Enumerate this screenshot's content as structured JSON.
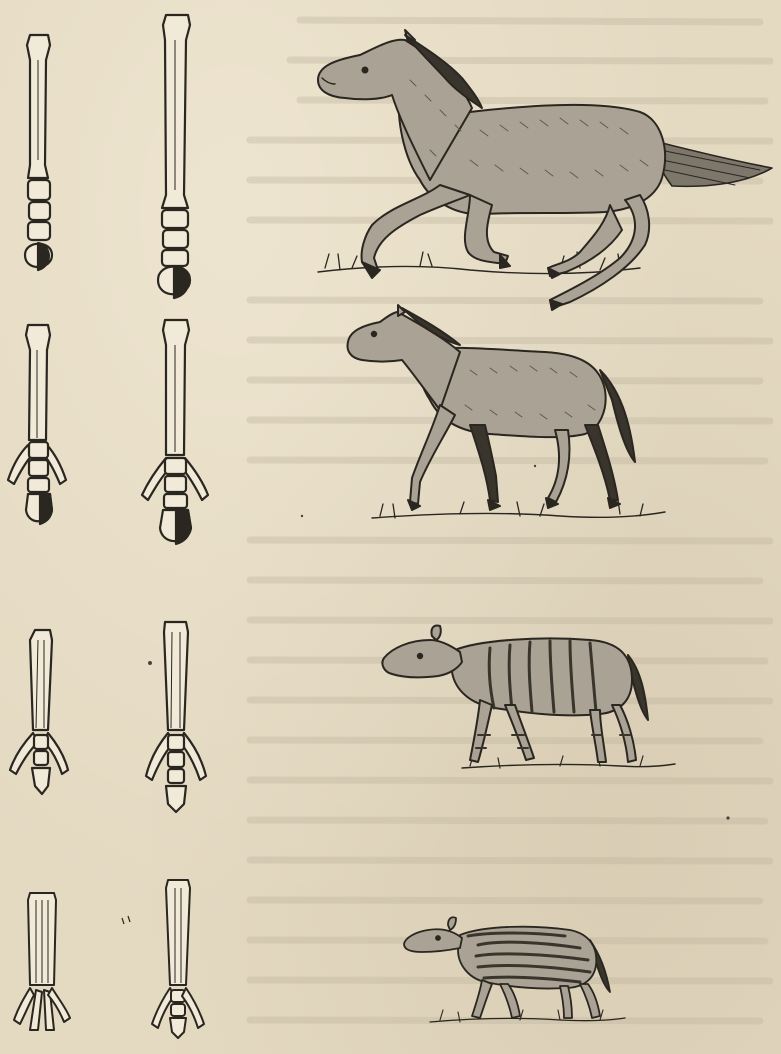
{
  "figure": {
    "printed_text": "",
    "colors": {
      "paper": "#e4d9c1",
      "bleed_text": "#b9ae98",
      "ink": "#2a2620",
      "coat": "#a9a294",
      "stripe": "#3a352c"
    },
    "rows": [
      {
        "stage": 1,
        "bone_digits": 1,
        "body": "modern-horse-galloping",
        "stripes": 0
      },
      {
        "stage": 2,
        "bone_digits": 3,
        "body": "walking-horse",
        "stripes": 0
      },
      {
        "stage": 3,
        "bone_digits": 3,
        "body": "tapir-like-horse",
        "stripes": 6
      },
      {
        "stage": 4,
        "bone_digits": 4,
        "body": "small-striped-ancestor",
        "stripes": 5
      }
    ]
  }
}
